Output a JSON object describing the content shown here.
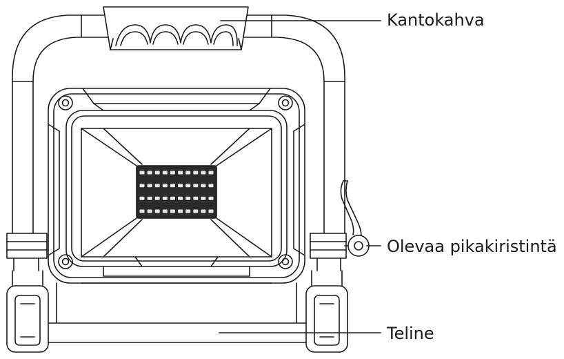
{
  "labels": {
    "handle": "Kantokahva",
    "clamp": "Olevaa pikakiristintä",
    "stand": "Teline"
  },
  "colors": {
    "stroke": "#1a1a1a",
    "fill": "#ffffff",
    "led_fill": "#2a2a2a",
    "led_dot": "#e6e6e6"
  },
  "led_grid": {
    "rows": 4,
    "cols": 10
  }
}
